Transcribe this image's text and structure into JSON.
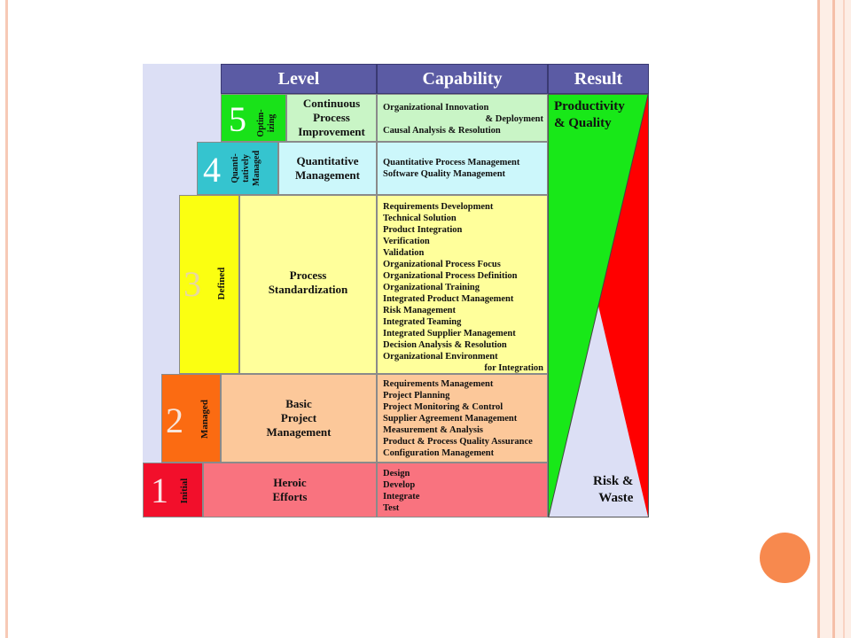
{
  "header": {
    "level": "Level",
    "capability": "Capability",
    "result": "Result"
  },
  "levels": [
    {
      "num": "5",
      "name": "Optim-\nizing",
      "focus": "Continuous\nProcess\nImprovement",
      "areas": [
        "Organizational Innovation",
        "& Deployment",
        "Causal Analysis & Resolution"
      ]
    },
    {
      "num": "4",
      "name": "Quanti-\ntatively\nManaged",
      "focus": "Quantitative\nManagement",
      "areas": [
        "Quantitative Process Management",
        "Software Quality Management"
      ]
    },
    {
      "num": "3",
      "name": "Defined",
      "focus": "Process\nStandardization",
      "areas": [
        "Requirements Development",
        "Technical Solution",
        "Product Integration",
        "Verification",
        "Validation",
        "Organizational Process Focus",
        "Organizational Process Definition",
        "Organizational Training",
        "Integrated Product Management",
        "Risk Management",
        "Integrated Teaming",
        "Integrated Supplier Management",
        "Decision Analysis & Resolution",
        "Organizational Environment",
        "for Integration"
      ]
    },
    {
      "num": "2",
      "name": "Managed",
      "focus": "Basic\nProject\nManagement",
      "areas": [
        "Requirements Management",
        "Project Planning",
        "Project Monitoring & Control",
        "Supplier Agreement Management",
        "Measurement & Analysis",
        "Product & Process Quality Assurance",
        "Configuration Management"
      ]
    },
    {
      "num": "1",
      "name": "Initial",
      "focus": "Heroic\nEfforts",
      "areas": [
        "Design",
        "Develop",
        "Integrate",
        "Test"
      ]
    }
  ],
  "result": {
    "top": "Productivity\n& Quality",
    "bottom": "Risk &\nWaste"
  },
  "colors": {
    "l5": "#19e219",
    "l4": "#35c4cf",
    "l3": "#fbff11",
    "l2": "#fb6b12",
    "l1": "#f20f2b",
    "c5": "#c9f5c6",
    "c4": "#ccf7fb",
    "c3": "#ffff9b",
    "c2": "#fcc89a",
    "c1": "#f9737f",
    "good": "#18e818",
    "bad": "#ff0000",
    "header": "#5b5ba4"
  }
}
